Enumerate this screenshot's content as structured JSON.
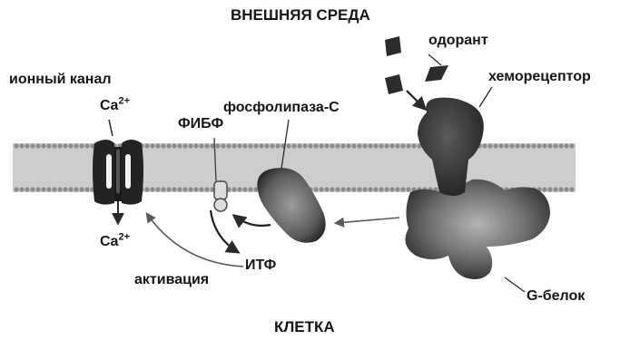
{
  "labels": {
    "outside": "ВНЕШНЯЯ СРЕДА",
    "inside": "КЛЕТКА",
    "odorant": "одорант",
    "chemoreceptor": "хеморецептор",
    "ion_channel": "ионный канал",
    "ca_top_base": "Ca",
    "ca_top_charge": "2+",
    "ca_bottom_base": "Ca",
    "ca_bottom_charge": "2+",
    "pip2": "ФИБФ",
    "phospholipase": "фосфолипаза-С",
    "ip3": "ИТФ",
    "activation": "активация",
    "g_protein": "G-белок"
  },
  "colors": {
    "membrane_band": "#cdcdcd",
    "lipid_head": "#8c8c8c",
    "protein_dark": "#2e2e2e",
    "text": "#161616"
  }
}
